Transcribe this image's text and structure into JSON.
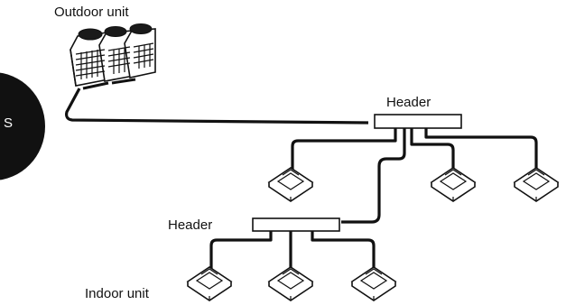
{
  "title": "",
  "labels": {
    "outdoor_unit": "Outdoor unit",
    "header_top": "Header",
    "header_bottom": "Header",
    "indoor_unit": "Indoor unit",
    "badge": "S"
  },
  "colors": {
    "line": "#111111",
    "unit_fill": "#ffffff",
    "badge_fill": "#111111",
    "badge_text": "#ffffff"
  },
  "icons": {
    "outdoor": "outdoor-unit-icon",
    "indoor": "indoor-cassette-unit-icon",
    "header": "header-pipe-icon"
  }
}
